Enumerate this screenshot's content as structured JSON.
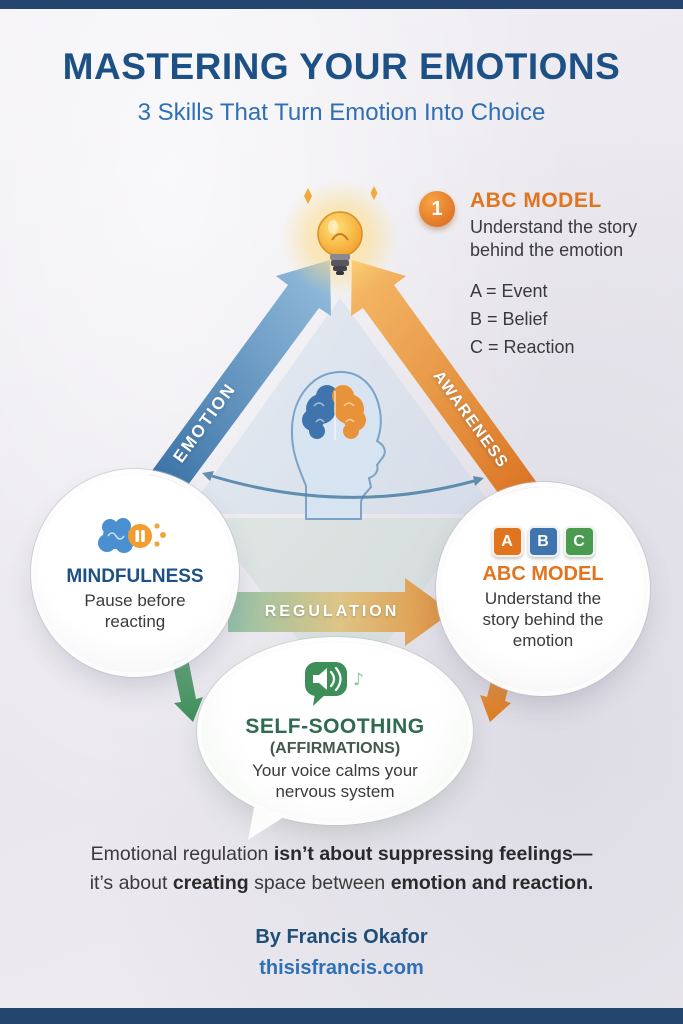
{
  "header": {
    "title": "MASTERING YOUR EMOTIONS",
    "subtitle": "3 Skills That Turn Emotion Into Choice"
  },
  "skill_callout": {
    "number": "1",
    "title": "ABC MODEL",
    "description": "Understand the story behind the emotion",
    "items": [
      "A = Event",
      "B = Belief",
      "C = Reaction"
    ]
  },
  "flow_labels": {
    "left": "EMOTION",
    "right": "AWARENESS",
    "center": "REGULATION"
  },
  "mindfulness_card": {
    "title": "MINDFULNESS",
    "description": "Pause before reacting"
  },
  "abc_card": {
    "blocks": [
      "A",
      "B",
      "C"
    ],
    "title": "ABC MODEL",
    "description": "Understand the story behind the emotion"
  },
  "soothing_card": {
    "title": "SELF-SOOTHING",
    "subtitle": "(AFFIRMATIONS)",
    "description": "Your voice calms your nervous system"
  },
  "quote": {
    "part1": "Emotional regulation ",
    "part2": "isn’t about suppressing feelings—",
    "part3": "it’s about ",
    "part4": "creating",
    "part5": " space between ",
    "part6": "emotion and reaction."
  },
  "credits": {
    "author": "By Francis Okafor",
    "website": "thisisfrancis.com"
  },
  "colors": {
    "navy": "#24456e",
    "title-blue": "#1d5186",
    "subtitle-blue": "#2f6fb5",
    "orange": "#e0751f",
    "dark-green": "#2e6b4f",
    "text": "#3a3a3c"
  }
}
